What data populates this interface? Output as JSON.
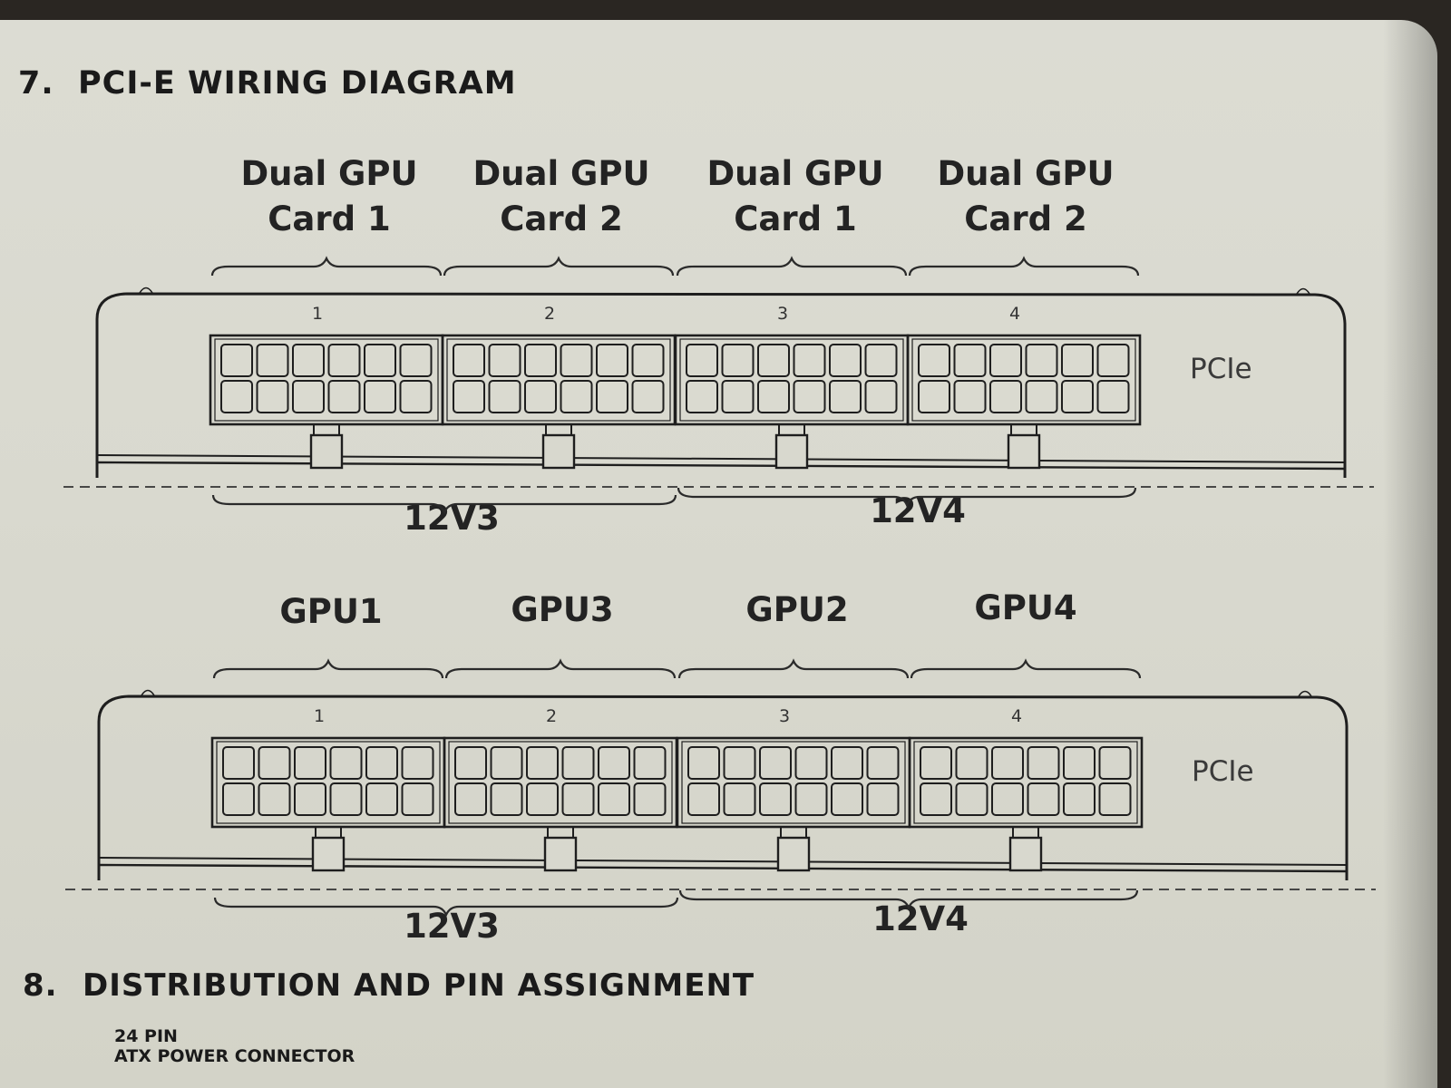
{
  "sections": {
    "seven": {
      "number": "7.",
      "title": "PCI-E WIRING DIAGRAM"
    },
    "eight": {
      "number": "8.",
      "title": "DISTRIBUTION AND PIN ASSIGNMENT"
    }
  },
  "diagram1": {
    "top_labels": [
      {
        "line1": "Dual GPU",
        "line2": "Card 1"
      },
      {
        "line1": "Dual GPU",
        "line2": "Card 2"
      },
      {
        "line1": "Dual GPU",
        "line2": "Card 1"
      },
      {
        "line1": "Dual GPU",
        "line2": "Card 2"
      }
    ],
    "connector_numbers": [
      "1",
      "2",
      "3",
      "4"
    ],
    "panel_label": "PCIe",
    "rail_labels": [
      "12V3",
      "12V4"
    ]
  },
  "diagram2": {
    "top_labels": [
      "GPU1",
      "GPU3",
      "GPU2",
      "GPU4"
    ],
    "connector_numbers": [
      "1",
      "2",
      "3",
      "4"
    ],
    "panel_label": "PCIe",
    "rail_labels": [
      "12V3",
      "12V4"
    ]
  },
  "footer": {
    "line1": "24 PIN",
    "line2": "ATX POWER CONNECTOR"
  }
}
